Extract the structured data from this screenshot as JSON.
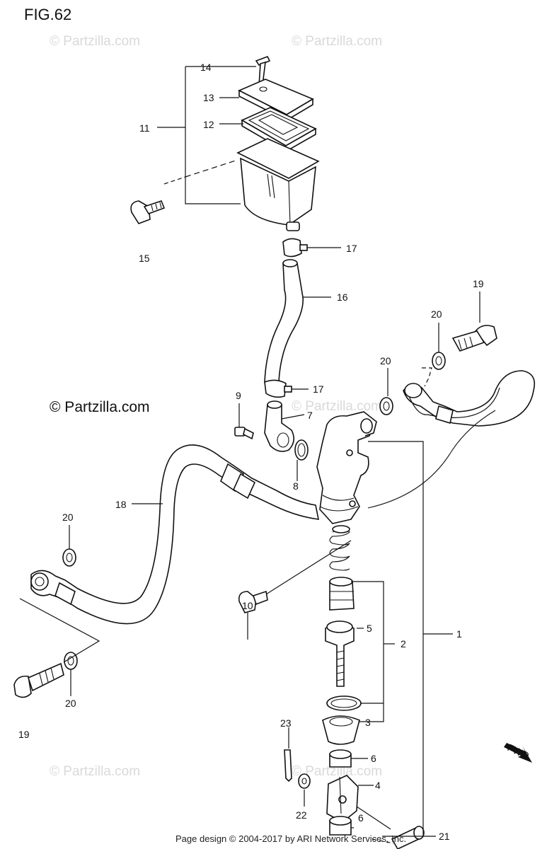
{
  "figure_title": "FIG.62",
  "watermark_main": "© Partzilla.com",
  "watermark_faint": "© Partzilla.com",
  "footer": "Page design © 2004-2017 by ARI Network Services, Inc.",
  "fwd_label": "FWD",
  "callouts": {
    "c14": "14",
    "c13": "13",
    "c12": "12",
    "c11": "11",
    "c15": "15",
    "c17a": "17",
    "c16": "16",
    "c17b": "17",
    "c19a": "19",
    "c20a": "20",
    "c20b": "20",
    "c9": "9",
    "c7": "7",
    "c8": "8",
    "c18": "18",
    "c20c": "20",
    "c10": "10",
    "c5": "5",
    "c2": "2",
    "c1": "1",
    "c3": "3",
    "c20d": "20",
    "c19b": "19",
    "c23": "23",
    "c6a": "6",
    "c4": "4",
    "c22": "22",
    "c6b": "6",
    "c21": "21"
  }
}
